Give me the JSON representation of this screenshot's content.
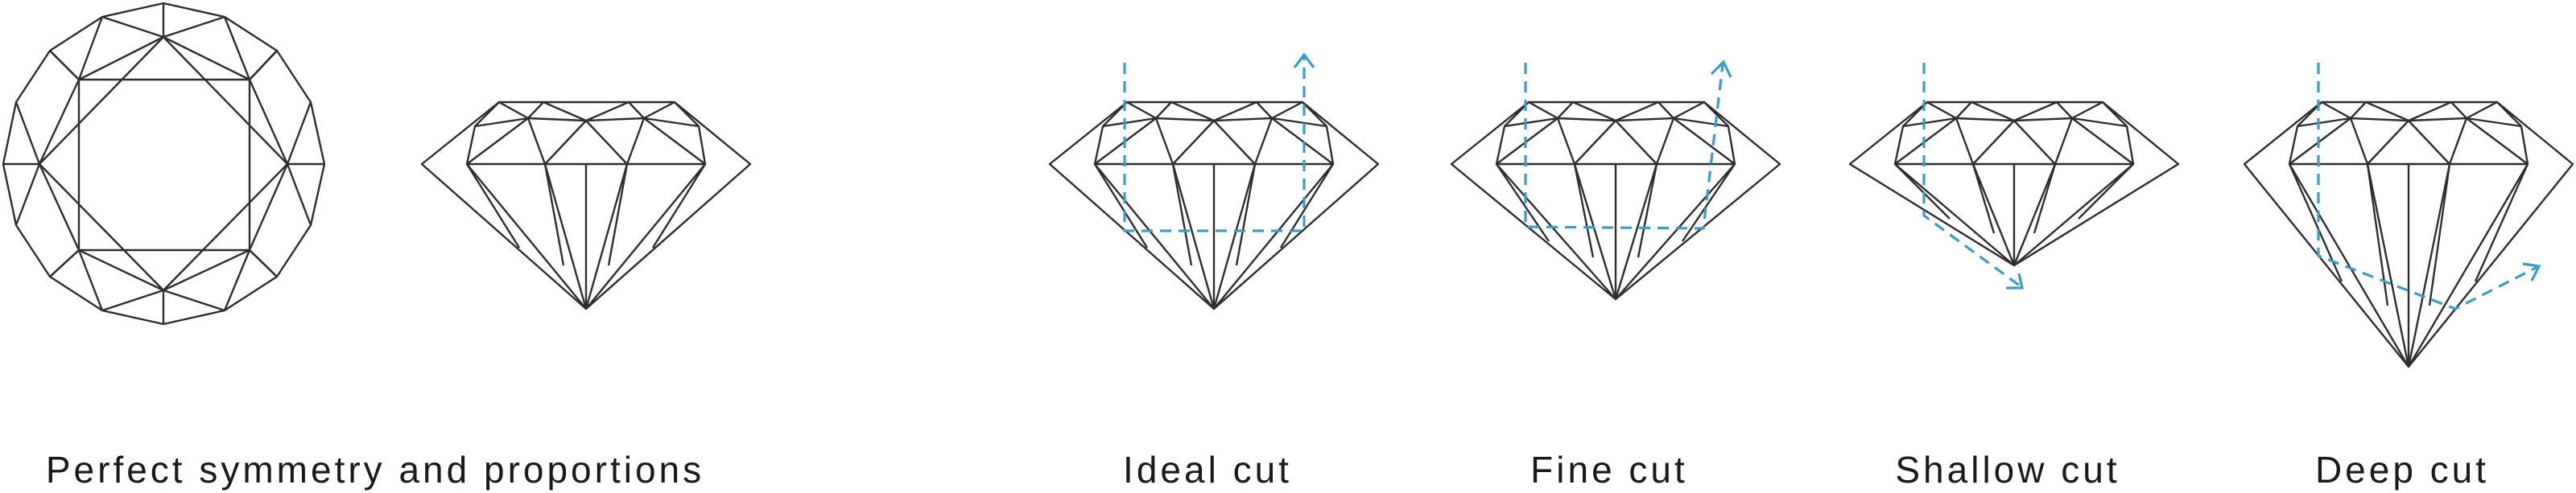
{
  "captions": {
    "symmetry": "Perfect symmetry and proportions",
    "ideal": "Ideal cut",
    "fine": "Fine cut",
    "shallow": "Shallow cut",
    "deep": "Deep cut"
  },
  "colors": {
    "outline": "#2e2e2e",
    "light_path": "#3a9cc9"
  }
}
